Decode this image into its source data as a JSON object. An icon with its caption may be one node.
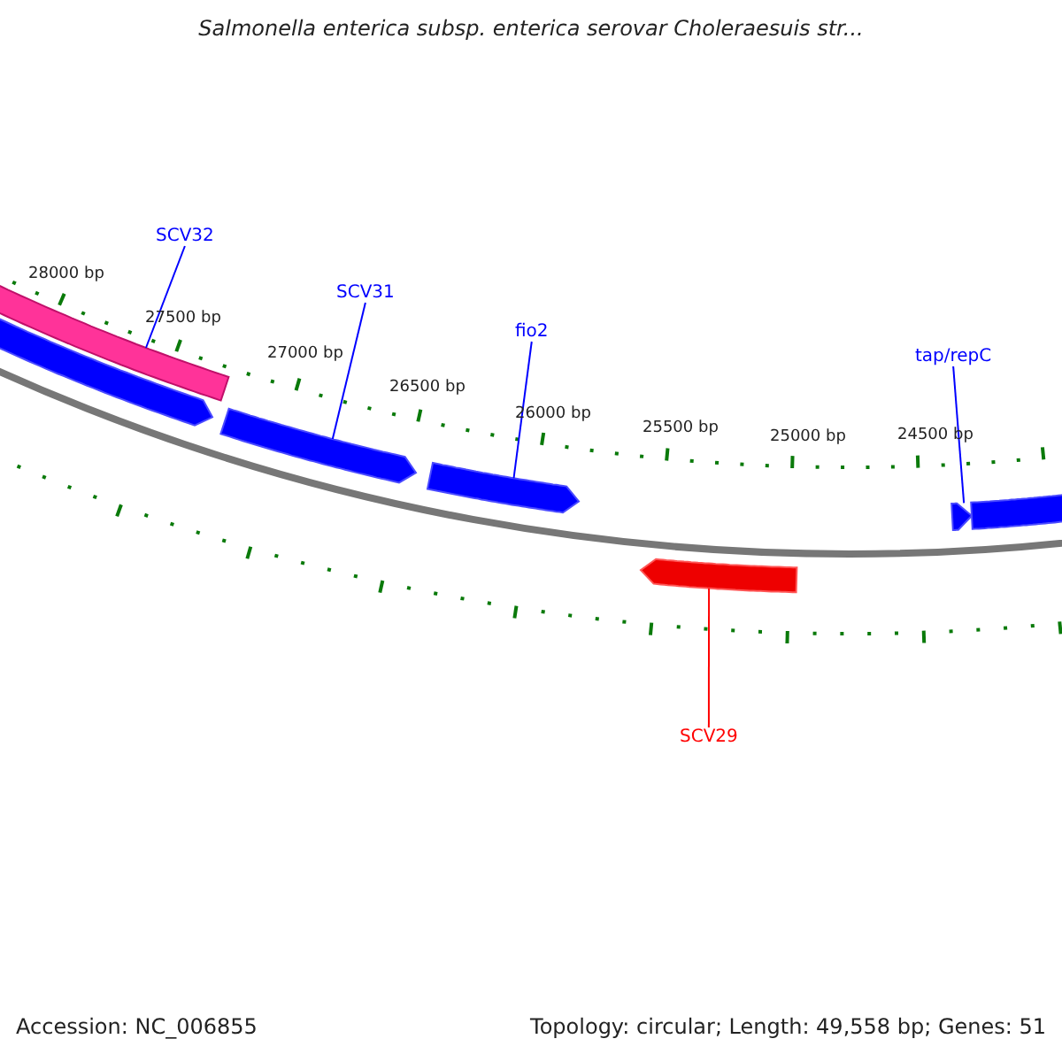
{
  "diagram": {
    "title": "Salmonella enterica subsp. enterica serovar Choleraesuis str...",
    "nodes": [
      {
        "text": [
          "SCV32"
        ]
      },
      {
        "text": [
          "SCV31"
        ]
      },
      {
        "text": [
          "fio2"
        ]
      },
      {
        "text": [
          "tap/repC"
        ]
      },
      {
        "text": [],
        "shape": "arrow"
      },
      {
        "text": [],
        "shape": "arrow"
      },
      {
        "text": [],
        "shape": "arrow"
      },
      {
        "text": [],
        "shape": "arrow"
      },
      {
        "text": [],
        "shape": "arrow"
      },
      {
        "text": [],
        "shape": "arrow"
      },
      {
        "text": [],
        "shape": "arrow"
      },
      {
        "text": [
          "SCV29"
        ]
      }
    ],
    "edges": [
      {
        "from": 0,
        "to": 4,
        "arrow": "none"
      },
      {
        "from": 1,
        "to": 6,
        "arrow": "none"
      },
      {
        "from": 2,
        "to": 7,
        "arrow": "none"
      },
      {
        "from": 3,
        "to": 8,
        "arrow": "none"
      },
      {
        "from": 11,
        "to": 10,
        "arrow": "none",
        "color": "#ff0000"
      }
    ],
    "labels": [
      "28000 bp",
      "27500 bp",
      "27000 bp",
      "26500 bp",
      "26000 bp",
      "25500 bp",
      "25000 bp",
      "24500 bp",
      "Accession: NC_006855",
      "Topology: circular; Length: 49,558 bp; Genes: 51"
    ]
  }
}
